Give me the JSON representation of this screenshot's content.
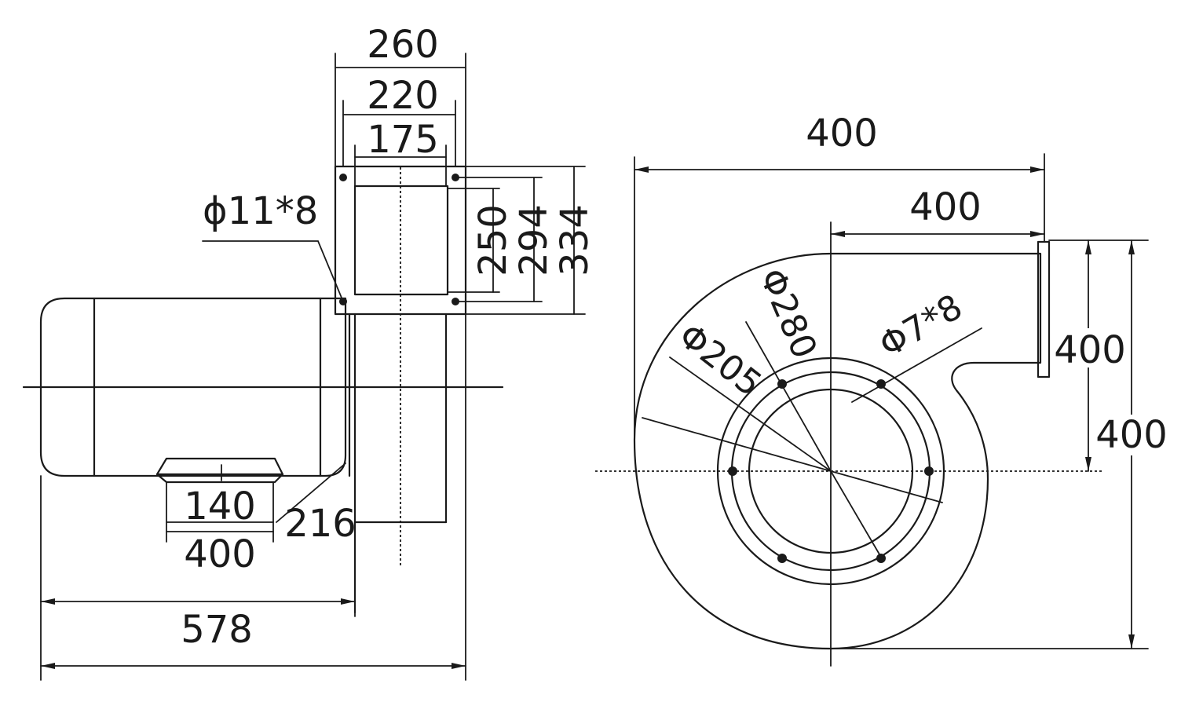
{
  "dims": {
    "outlet_outer_width": "260",
    "outlet_bolt_span": "220",
    "outlet_inner_width": "175",
    "outlet_bolt_holes": "ϕ11*8",
    "outlet_inner_height": "250",
    "outlet_bolt_height": "294",
    "outlet_outer_height": "334",
    "base_width": "140",
    "base_span": "400",
    "motor_to_inlet": "216",
    "motor_length": "578",
    "housing_width": "400",
    "center_to_outlet": "400",
    "outlet_height": "400",
    "center_to_bottom": "400",
    "inlet_dia_outer": "Φ280",
    "inlet_dia_inner": "Φ205",
    "inlet_bolt_holes": "Φ7*8"
  }
}
